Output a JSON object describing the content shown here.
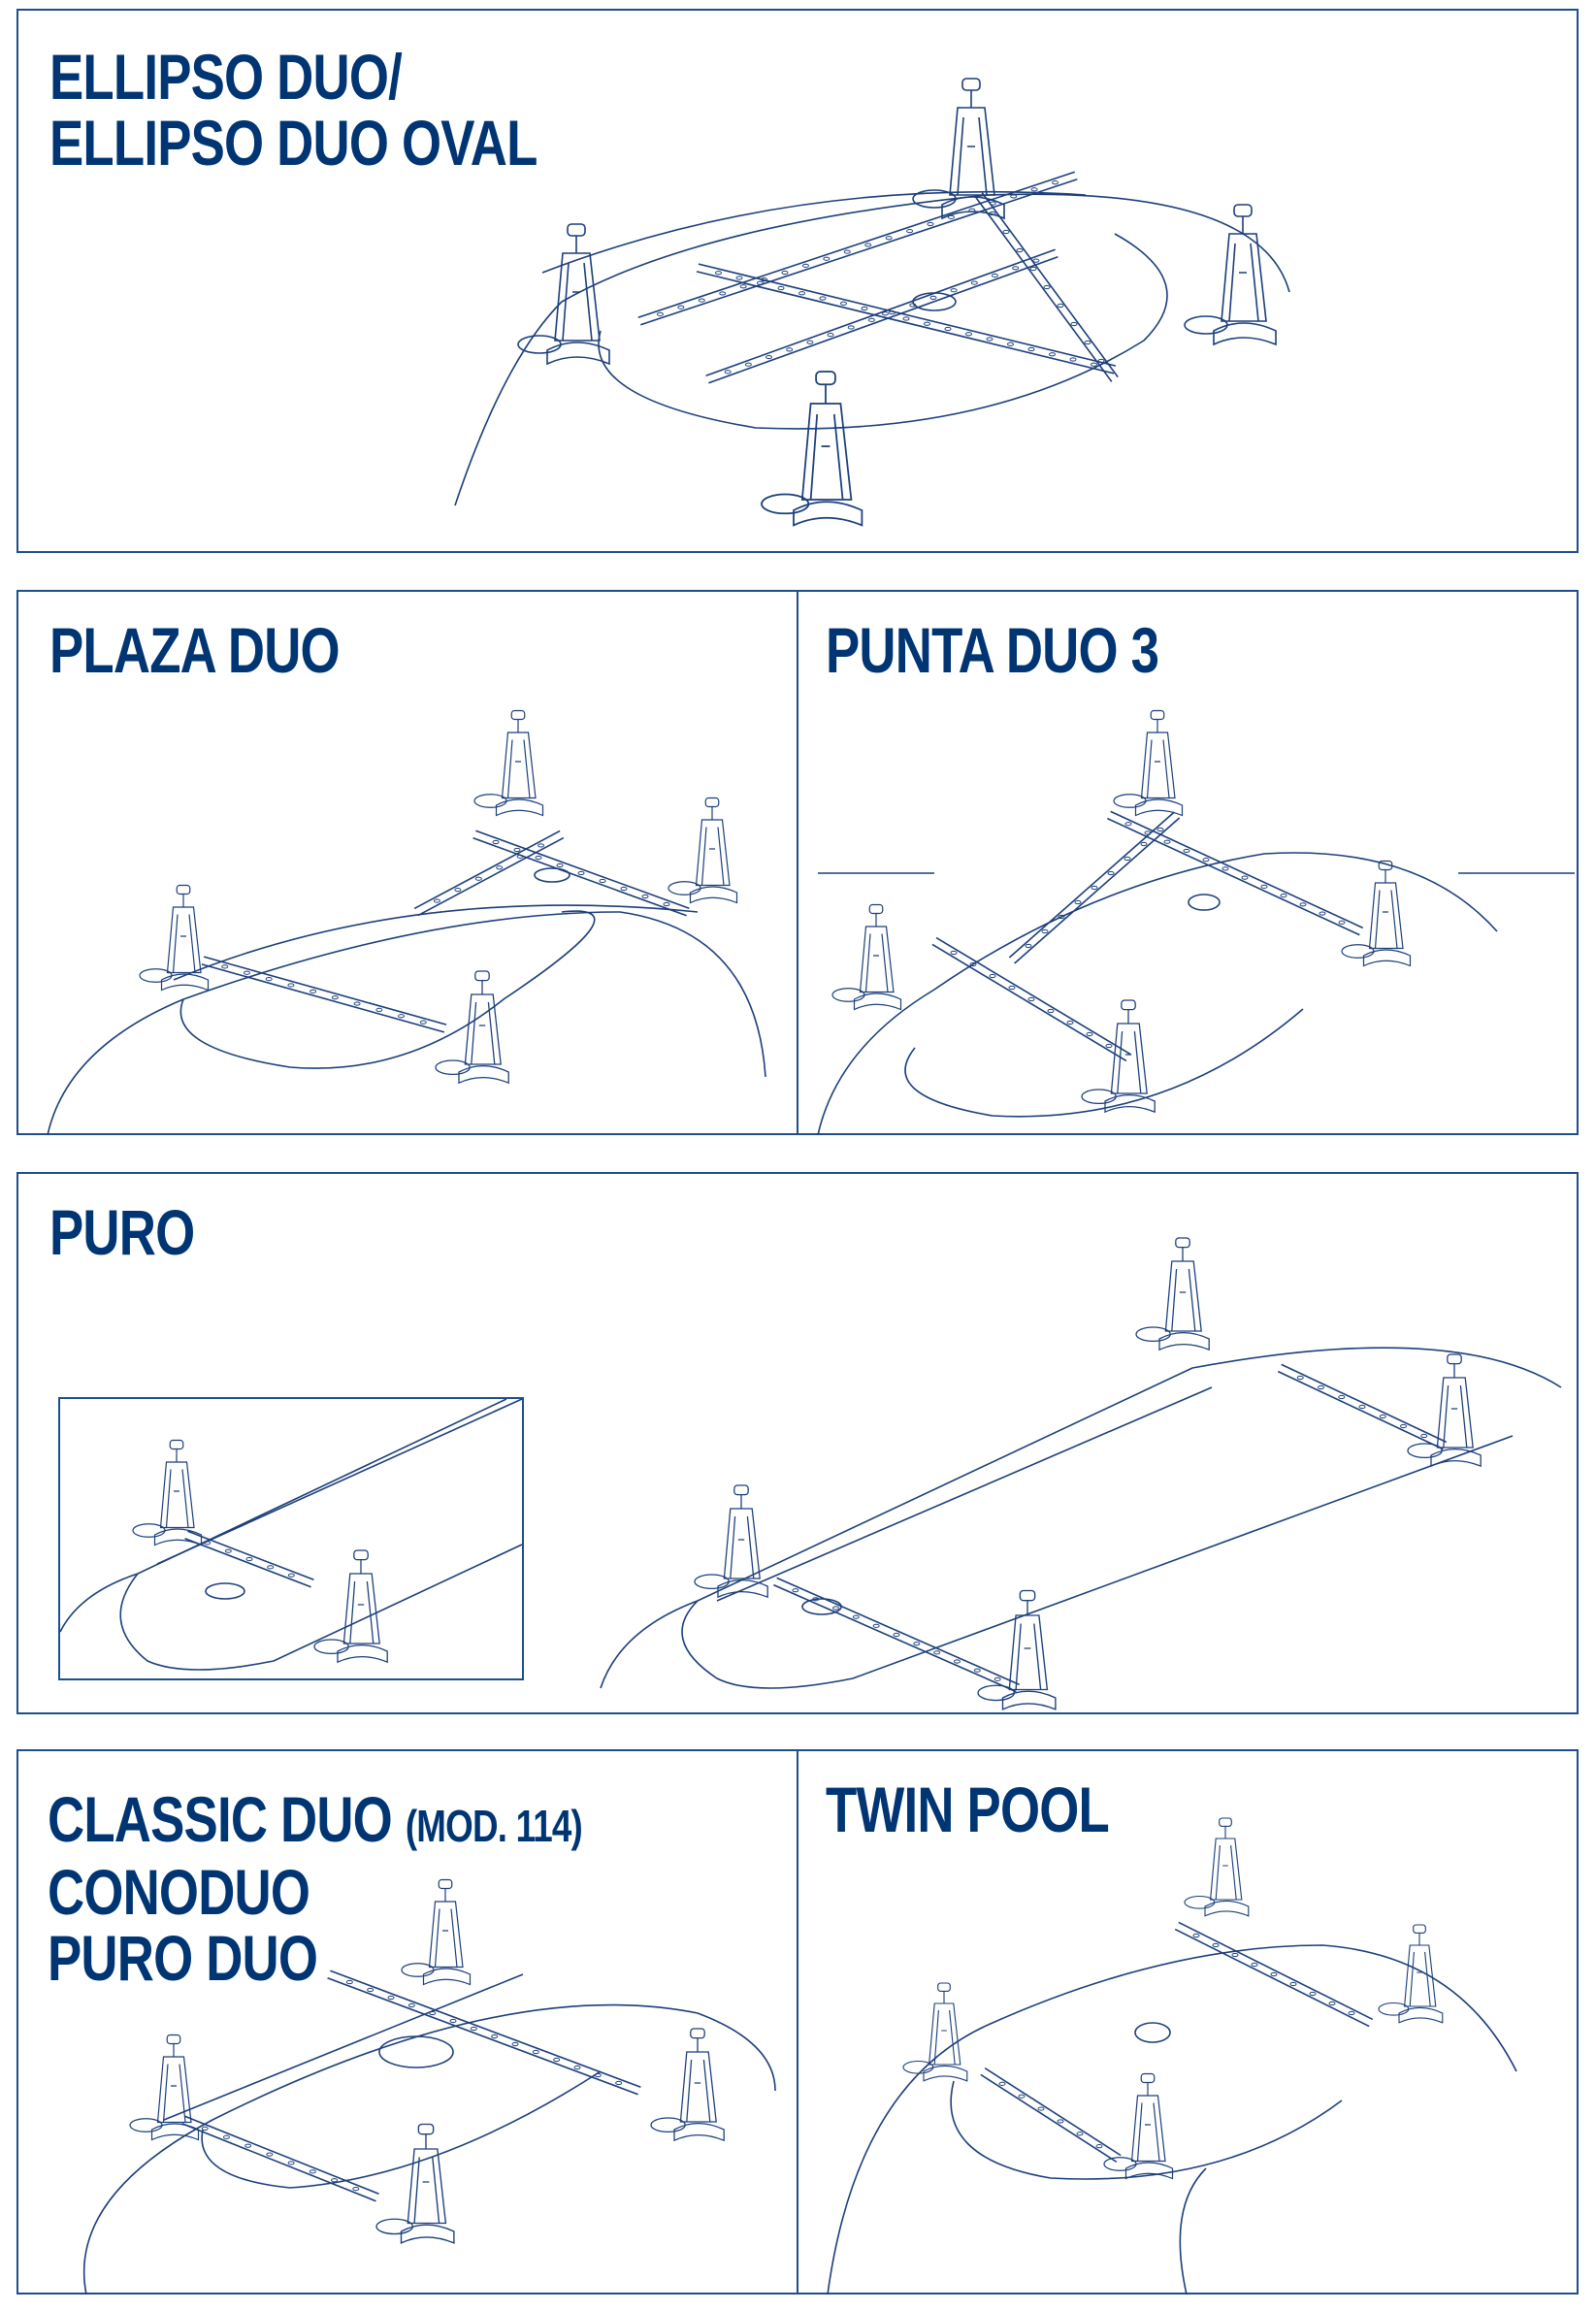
{
  "panels": [
    {
      "title_lines": [
        "ELLIPSO DUO/",
        "ELLIPSO DUO OVAL"
      ]
    },
    {
      "title_lines": [
        "PLAZA DUO"
      ]
    },
    {
      "title_lines": [
        "PUNTA DUO 3"
      ]
    },
    {
      "title_lines": [
        "PURO"
      ]
    },
    {
      "title_main": "CLASSIC DUO",
      "title_suffix": "(MOD. 114)",
      "title_lines": [
        "CONODUO",
        "PURO DUO"
      ]
    },
    {
      "title_lines": [
        "TWIN POOL"
      ]
    }
  ],
  "colors": {
    "title": "#003574",
    "border": "#1f4e8c",
    "line": "#1c3f7a"
  }
}
